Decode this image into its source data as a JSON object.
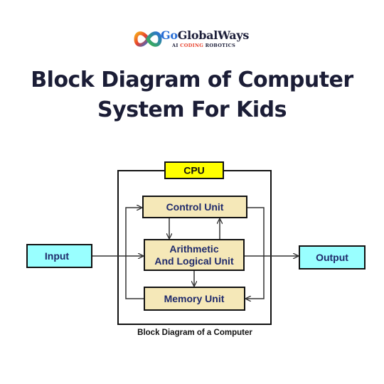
{
  "logo": {
    "brand_prefix": "Go",
    "brand_rest": "GlobalWays",
    "tagline_left": "AI ",
    "tagline_mid": "CODING",
    "tagline_right": " ROBOTICS"
  },
  "title": {
    "line1": "Block Diagram of Computer",
    "line2": "System For Kids"
  },
  "diagram": {
    "cpu_label": "CPU",
    "control_unit": "Control Unit",
    "alu_line1": "Arithmetic",
    "alu_line2": "And Logical Unit",
    "memory_unit": "Memory Unit",
    "input": "Input",
    "output": "Output",
    "caption": "Block Diagram of a Computer"
  },
  "colors": {
    "unit_fill": "#f5e8b8",
    "cpu_tag_fill": "#ffff00",
    "io_fill": "#99ffff",
    "unit_text": "#1f2a6b",
    "title_text": "#1b1d36"
  }
}
